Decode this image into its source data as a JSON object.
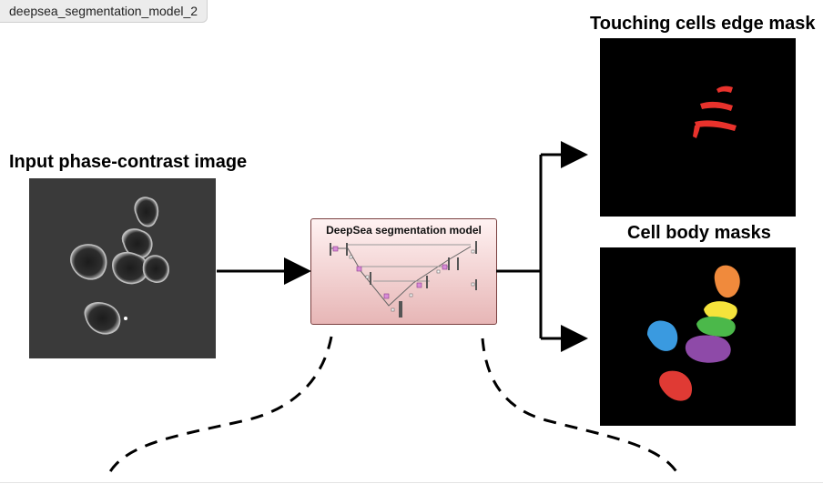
{
  "tab": {
    "title": "deepsea_segmentation_model_2"
  },
  "input": {
    "title": "Input phase-contrast image"
  },
  "model": {
    "title": "DeepSea segmentation model"
  },
  "outputs": {
    "edge_title": "Touching cells edge mask",
    "body_title": "Cell body masks"
  },
  "colors": {
    "edge_mask": "#e8322c",
    "cells": [
      "#f08a3c",
      "#f5e33b",
      "#4bb84a",
      "#3a9ae0",
      "#8e4aa8",
      "#e03a34"
    ]
  }
}
